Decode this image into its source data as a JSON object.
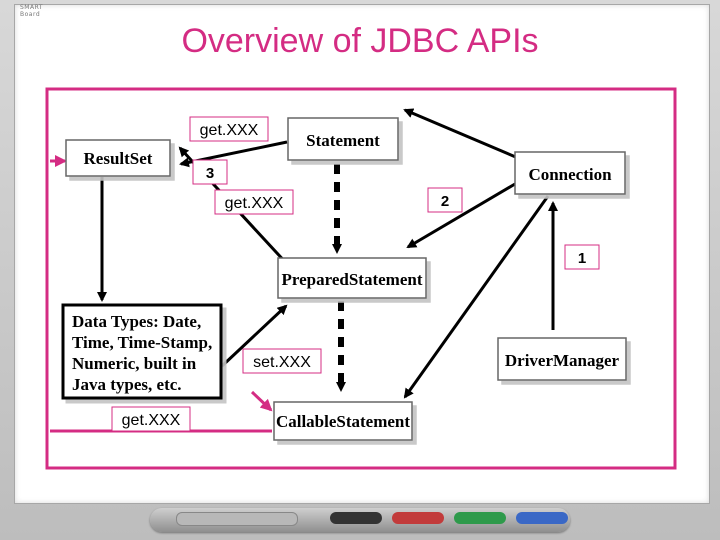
{
  "slide": {
    "title": "Overview of JDBC APIs",
    "brand": "SMART Board"
  },
  "colors": {
    "title": "#d42c83",
    "frame": "#d42c83",
    "arrow": "#000000",
    "highlight_arrow": "#d42c83"
  },
  "diagram": {
    "nodes": {
      "resultset": "ResultSet",
      "statement": "Statement",
      "connection": "Connection",
      "prepared": "PreparedStatement",
      "drivermanager": "DriverManager",
      "callable": "CallableStatement",
      "datatypes": [
        "Data Types: Date,",
        "Time, Time-Stamp,",
        "Numeric, built in",
        "Java types, etc."
      ]
    },
    "labels": {
      "get_top": "get.XXX",
      "num_3": "3",
      "get_mid": "get.XXX",
      "num_2": "2",
      "num_1": "1",
      "set": "set.XXX",
      "get_bottom": "get.XXX"
    }
  }
}
